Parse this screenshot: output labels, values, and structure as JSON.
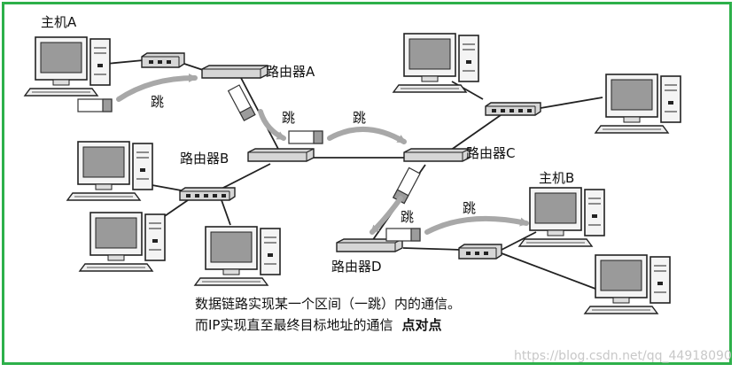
{
  "labels": {
    "host_a": "主机A",
    "host_b": "主机B",
    "router_a": "路由器A",
    "router_b": "路由器B",
    "router_c": "路由器C",
    "router_d": "路由器D"
  },
  "hops": [
    "跳",
    "跳",
    "跳",
    "跳",
    "跳"
  ],
  "caption": {
    "line1": "数据链路实现某一个区间（一跳）内的通信。",
    "line2_prefix": "而IP实现直至最终目标地址的通信",
    "line2_emphasis": "点对点"
  },
  "watermark": "https://blog.csdn.net/qq_44918090",
  "colors": {
    "border": "#2db04a",
    "arrow": "#a8a8a8"
  }
}
